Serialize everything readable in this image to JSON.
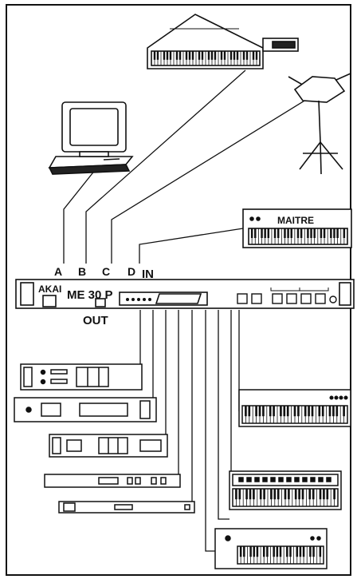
{
  "patchbay": {
    "brand": "AKAI",
    "model": "ME 30 P",
    "input_labels": [
      "A",
      "B",
      "C",
      "D"
    ],
    "in_label": "IN",
    "out_label": "OUT"
  },
  "devices": {
    "master_keyboard_label": "MAITRE"
  },
  "icons": [
    "computer-icon",
    "keytar-icon",
    "drum-pad-icon",
    "keyboard-icon",
    "rack-module-icon",
    "synth-icon"
  ]
}
